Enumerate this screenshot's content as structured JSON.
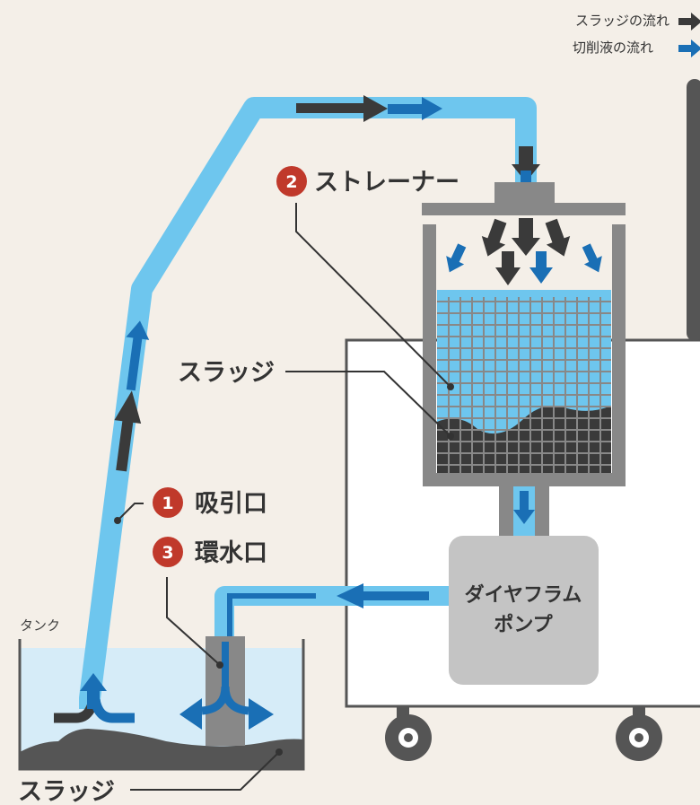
{
  "legend": {
    "sludge_flow": "スラッジの流れ",
    "coolant_flow": "切削液の流れ"
  },
  "labels": {
    "tank": "タンク",
    "strainer_num": "2",
    "strainer": "ストレーナー",
    "sludge_in_strainer": "スラッジ",
    "intake_num": "1",
    "intake": "吸引口",
    "return_num": "3",
    "return_port": "環水口",
    "pump_line1": "ダイヤフラム",
    "pump_line2": "ポンプ",
    "sludge_in_tank": "スラッジ"
  },
  "colors": {
    "background": "#f4efe8",
    "pipe": "#6ec6ee",
    "coolant_arrow": "#1a6fb5",
    "sludge": "#3a3a3a",
    "number_badge": "#c0392b",
    "pump": "#c4c4c4",
    "water": "#d6ecf8"
  }
}
